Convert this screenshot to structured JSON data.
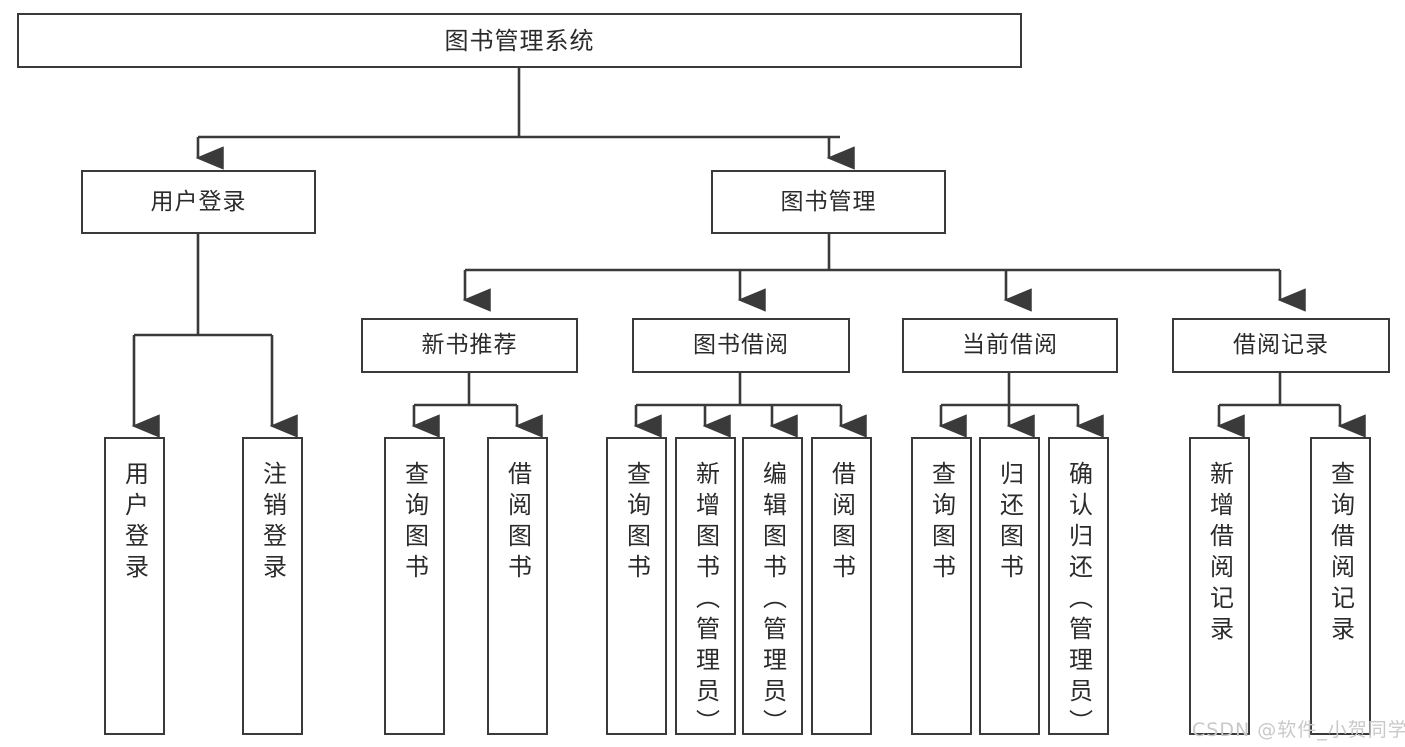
{
  "diagram": {
    "title": "图书管理系统",
    "type": "hierarchy-tree",
    "root": {
      "label": "图书管理系统"
    },
    "level2": [
      {
        "label": "用户登录"
      },
      {
        "label": "图书管理"
      }
    ],
    "level3": [
      {
        "label": "新书推荐"
      },
      {
        "label": "图书借阅"
      },
      {
        "label": "当前借阅"
      },
      {
        "label": "借阅记录"
      }
    ],
    "leaves": [
      {
        "label": "用户登录"
      },
      {
        "label": "注销登录"
      },
      {
        "label": "查询图书"
      },
      {
        "label": "借阅图书"
      },
      {
        "label": "查询图书"
      },
      {
        "label": "新增图书（管理员）"
      },
      {
        "label": "编辑图书（管理员）"
      },
      {
        "label": "借阅图书"
      },
      {
        "label": "查询图书"
      },
      {
        "label": "归还图书"
      },
      {
        "label": "确认归还（管理员）"
      },
      {
        "label": "新增借阅记录"
      },
      {
        "label": "查询借阅记录"
      }
    ],
    "watermark": "CSDN @软件_小贺同学",
    "colors": {
      "stroke": "#3a3a3a",
      "fill": "#ffffff",
      "text": "#2b2b2b",
      "watermark": "#c9c9c9"
    }
  }
}
